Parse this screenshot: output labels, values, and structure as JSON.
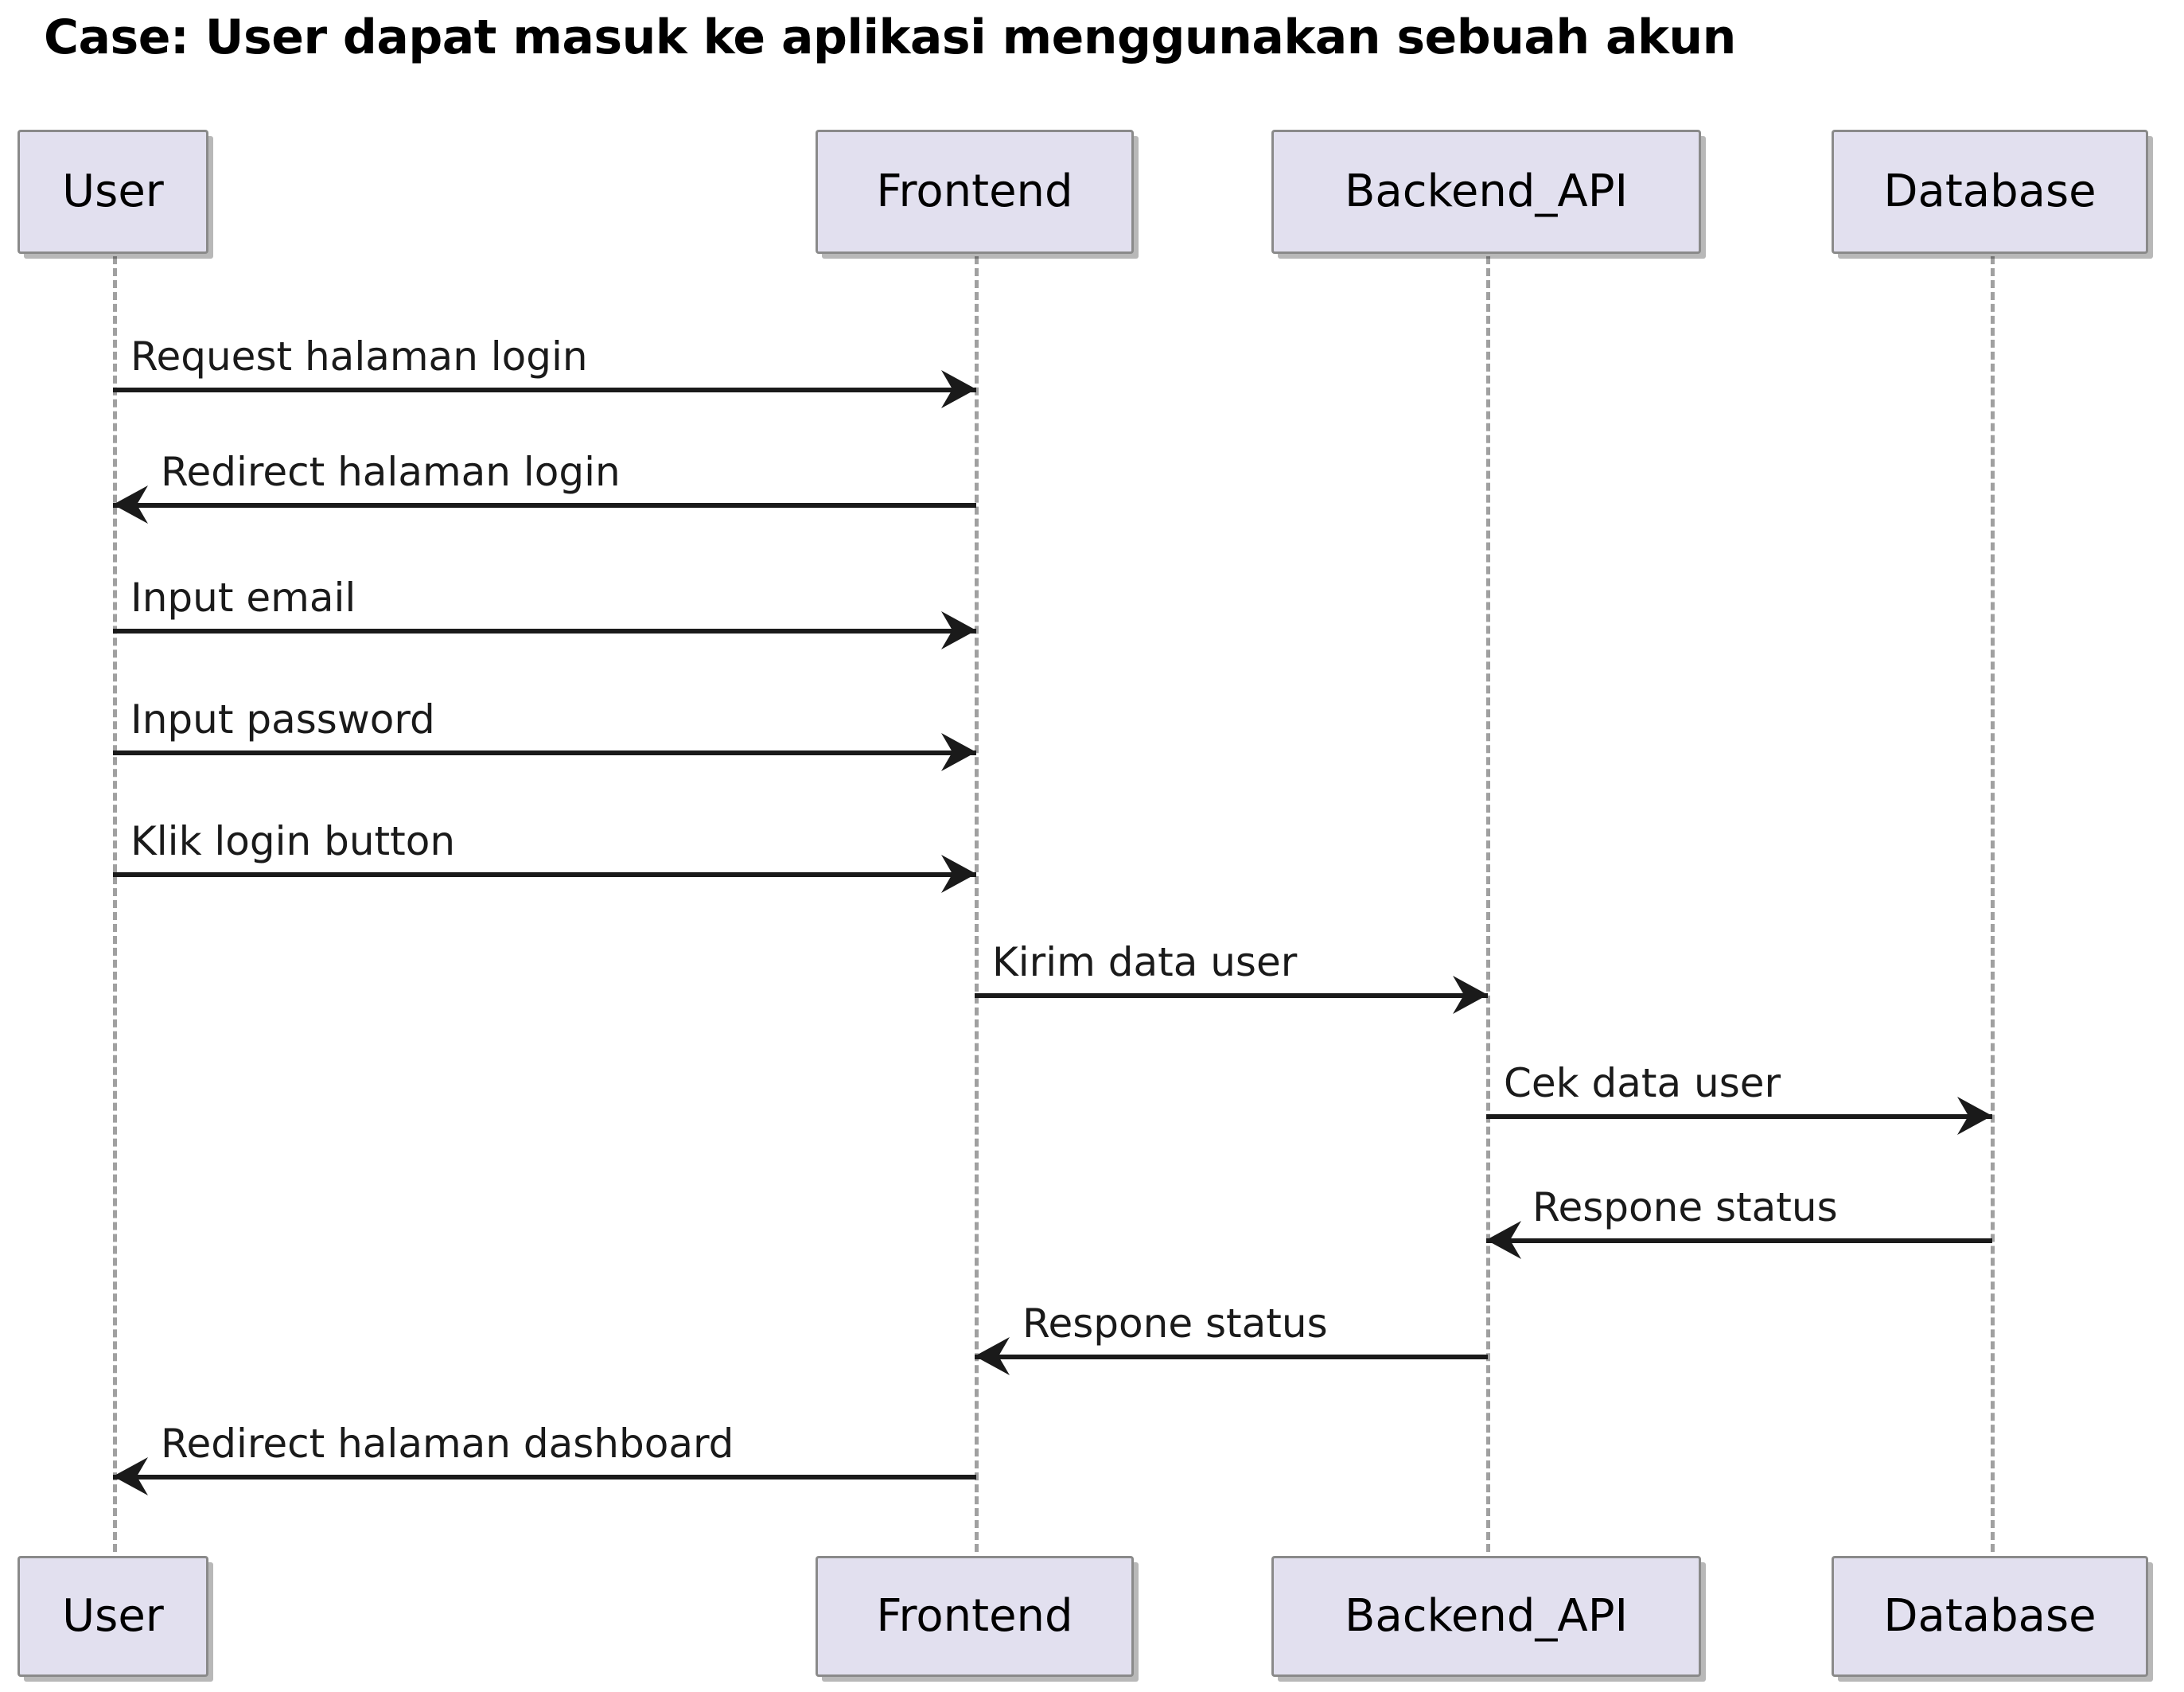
{
  "title": "Case: User dapat masuk ke aplikasi menggunakan sebuah akun",
  "colors": {
    "participant_fill": "#E2E0EF",
    "participant_border": "#8A8A8A",
    "lifeline": "#A0A0A0",
    "arrow": "#1A1A1A",
    "text": "#000000",
    "background": "#FFFFFF"
  },
  "participants": [
    {
      "id": "user",
      "label": "User"
    },
    {
      "id": "frontend",
      "label": "Frontend"
    },
    {
      "id": "backend_api",
      "label": "Backend_API"
    },
    {
      "id": "database",
      "label": "Database"
    }
  ],
  "messages": [
    {
      "index": 1,
      "label": "Request halaman login",
      "from": "User",
      "to": "Frontend",
      "direction": "right"
    },
    {
      "index": 2,
      "label": "Redirect halaman login",
      "from": "Frontend",
      "to": "User",
      "direction": "left"
    },
    {
      "index": 3,
      "label": "Input email",
      "from": "User",
      "to": "Frontend",
      "direction": "right"
    },
    {
      "index": 4,
      "label": "Input password",
      "from": "User",
      "to": "Frontend",
      "direction": "right"
    },
    {
      "index": 5,
      "label": "Klik login button",
      "from": "User",
      "to": "Frontend",
      "direction": "right"
    },
    {
      "index": 6,
      "label": "Kirim data user",
      "from": "Frontend",
      "to": "Backend_API",
      "direction": "right"
    },
    {
      "index": 7,
      "label": "Cek data user",
      "from": "Backend_API",
      "to": "Database",
      "direction": "right"
    },
    {
      "index": 8,
      "label": "Respone status",
      "from": "Database",
      "to": "Backend_API",
      "direction": "left"
    },
    {
      "index": 9,
      "label": "Respone status",
      "from": "Backend_API",
      "to": "Frontend",
      "direction": "left"
    },
    {
      "index": 10,
      "label": "Redirect halaman dashboard",
      "from": "Frontend",
      "to": "User",
      "direction": "left"
    }
  ]
}
